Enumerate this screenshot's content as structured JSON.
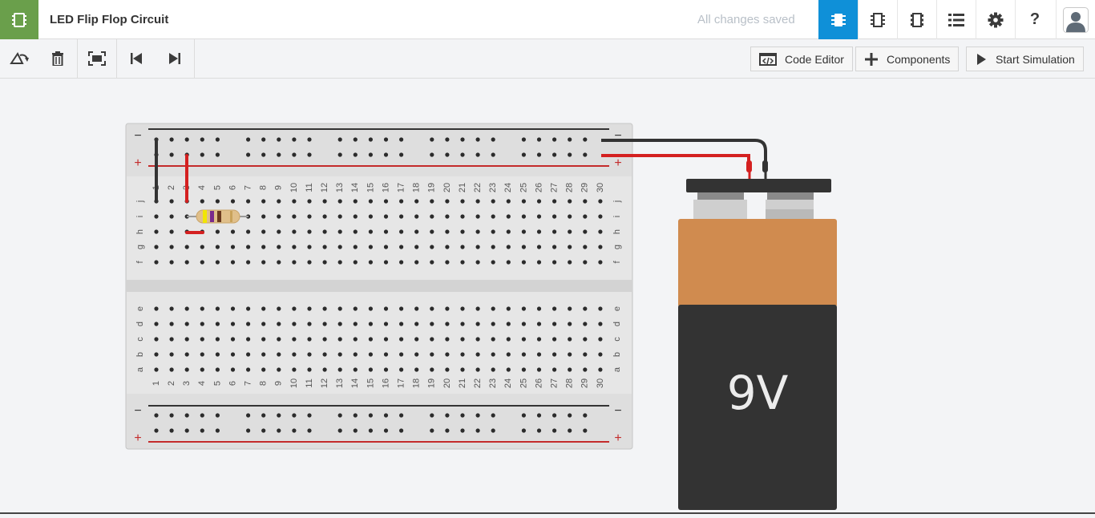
{
  "header": {
    "title": "LED Flip Flop Circuit",
    "save_status": "All changes saved",
    "icons": [
      "circuit-view-icon",
      "schematic-view-icon",
      "component-list-icon",
      "list-icon",
      "gear-icon",
      "help-icon",
      "user-avatar-icon"
    ],
    "help_label": "?"
  },
  "toolbar": {
    "tools": [
      "rotate-icon",
      "trash-icon",
      "fit-view-icon",
      "step-back-icon",
      "step-forward-icon"
    ],
    "code_editor_label": "Code Editor",
    "components_label": "Components",
    "start_simulation_label": "Start Simulation"
  },
  "breadboard": {
    "columns": [
      "1",
      "2",
      "3",
      "4",
      "5",
      "6",
      "7",
      "8",
      "9",
      "10",
      "11",
      "12",
      "13",
      "14",
      "15",
      "16",
      "17",
      "18",
      "19",
      "20",
      "21",
      "22",
      "23",
      "24",
      "25",
      "26",
      "27",
      "28",
      "29",
      "30"
    ],
    "top_rows": [
      "j",
      "i",
      "h",
      "g",
      "f"
    ],
    "bottom_rows": [
      "e",
      "d",
      "c",
      "b",
      "a"
    ],
    "rail_minus": "−",
    "rail_plus": "+"
  },
  "battery": {
    "label": "9V"
  },
  "colors": {
    "brand_green": "#6a9f4b",
    "active_blue": "#0f90d8",
    "wire_red": "#d42020",
    "wire_black": "#333333",
    "battery_orange": "#d08b4f",
    "battery_black": "#333333"
  }
}
